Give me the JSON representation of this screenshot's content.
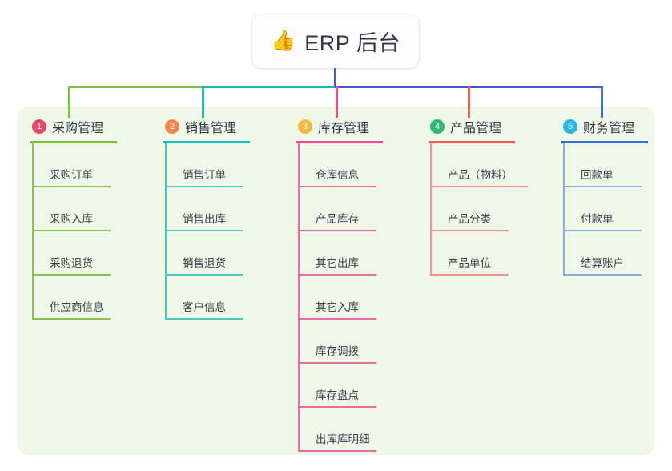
{
  "root": {
    "icon": "thumbs-up-icon",
    "emoji": "👍",
    "title": "ERP 后台"
  },
  "palette": {
    "panel_bg": "#eff7e9",
    "bus_green": "#7ebe43",
    "bus_teal": "#18c1b3",
    "bus_blue": "#4d58c8",
    "drop_pink": "#ec4d94",
    "drop_red": "#f4595b",
    "drop_blue": "#3b6fd4",
    "text": "#333740"
  },
  "columns": [
    {
      "index": "1",
      "title": "采购管理",
      "badge_color": "#ef4565",
      "line_color": "#7ebe43",
      "leaf_color": "#8cc152",
      "items": [
        {
          "label": "采购订单"
        },
        {
          "label": "采购入库"
        },
        {
          "label": "采购退货"
        },
        {
          "label": "供应商信息"
        }
      ]
    },
    {
      "index": "2",
      "title": "销售管理",
      "badge_color": "#f58549",
      "line_color": "#18c1b3",
      "leaf_color": "#4ec8bf",
      "items": [
        {
          "label": "销售订单"
        },
        {
          "label": "销售出库"
        },
        {
          "label": "销售退货"
        },
        {
          "label": "客户信息"
        }
      ]
    },
    {
      "index": "3",
      "title": "库存管理",
      "badge_color": "#f5b942",
      "line_color": "#ec4d94",
      "leaf_color": "#ec6ba6",
      "items": [
        {
          "label": "仓库信息"
        },
        {
          "label": "产品库存"
        },
        {
          "label": "其它出库"
        },
        {
          "label": "其它入库"
        },
        {
          "label": "库存调拨"
        },
        {
          "label": "库存盘点"
        },
        {
          "label": "出库库明细"
        }
      ]
    },
    {
      "index": "4",
      "title": "产品管理",
      "badge_color": "#2eb872",
      "line_color": "#f4595b",
      "leaf_color": "#f79094",
      "items": [
        {
          "label": "产品（物料）",
          "wide": true
        },
        {
          "label": "产品分类"
        },
        {
          "label": "产品单位"
        }
      ]
    },
    {
      "index": "5",
      "title": "财务管理",
      "badge_color": "#29b6e8",
      "line_color": "#3b6fd4",
      "leaf_color": "#90a9e0",
      "items": [
        {
          "label": "回款单"
        },
        {
          "label": "付款单"
        },
        {
          "label": "结算账户"
        }
      ]
    }
  ]
}
